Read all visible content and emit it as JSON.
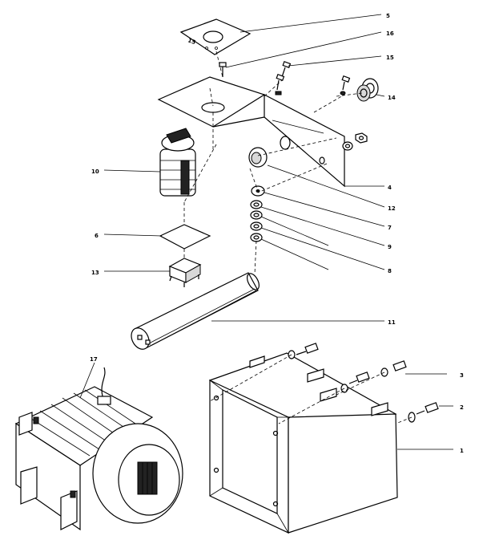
{
  "callouts": [
    {
      "id": "c5",
      "text": "5"
    },
    {
      "id": "c16",
      "text": "16"
    },
    {
      "id": "c15",
      "text": "15"
    },
    {
      "id": "c14",
      "text": "14"
    },
    {
      "id": "c10",
      "text": "10"
    },
    {
      "id": "c4",
      "text": "4"
    },
    {
      "id": "c12",
      "text": "12"
    },
    {
      "id": "c7",
      "text": "7"
    },
    {
      "id": "c6",
      "text": "6"
    },
    {
      "id": "c9",
      "text": "9"
    },
    {
      "id": "c13",
      "text": "13"
    },
    {
      "id": "c8",
      "text": "8"
    },
    {
      "id": "c11",
      "text": "11"
    },
    {
      "id": "c17",
      "text": "17"
    },
    {
      "id": "c3",
      "text": "3"
    },
    {
      "id": "c2",
      "text": "2"
    },
    {
      "id": "c1",
      "text": "1"
    }
  ],
  "plate_marking": "15"
}
